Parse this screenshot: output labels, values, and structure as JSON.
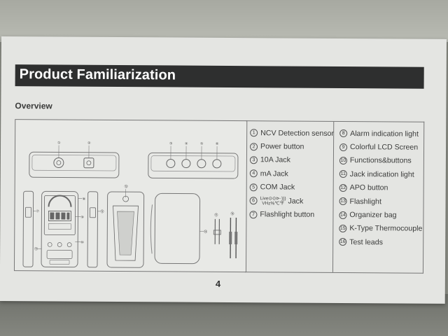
{
  "page": {
    "section_title": "Product Familiarization",
    "subtitle": "Overview",
    "page_number": "4"
  },
  "diagram": {
    "labels": [
      "①",
      "②",
      "③",
      "④",
      "⑤",
      "⑥",
      "⑦",
      "⑧",
      "⑨",
      "⑩",
      "⑪",
      "⑫",
      "⑬",
      "⑭",
      "⑮",
      "⑯"
    ]
  },
  "components_left": [
    {
      "num": "1",
      "label": "NCV Detection sensor"
    },
    {
      "num": "2",
      "label": "Power button"
    },
    {
      "num": "3",
      "label": "10A Jack"
    },
    {
      "num": "4",
      "label": "mA Jack"
    },
    {
      "num": "5",
      "label": "COM Jack"
    },
    {
      "num": "6",
      "symbols_top": "Live⊙⊙⊳·)))",
      "symbols_bottom": "VHz%℃℉",
      "label": "Jack"
    },
    {
      "num": "7",
      "label": "Flashlight button"
    }
  ],
  "components_right": [
    {
      "num": "8",
      "label": "Alarm indication light"
    },
    {
      "num": "9",
      "label": "Colorful LCD Screen"
    },
    {
      "num": "10",
      "label": "Functions&buttons"
    },
    {
      "num": "11",
      "label": "Jack indication light"
    },
    {
      "num": "12",
      "label": "APO button"
    },
    {
      "num": "13",
      "label": "Flashlight"
    },
    {
      "num": "14",
      "label": "Organizer bag"
    },
    {
      "num": "15",
      "label": "K-Type Thermocouple"
    },
    {
      "num": "16",
      "label": "Test leads"
    }
  ]
}
